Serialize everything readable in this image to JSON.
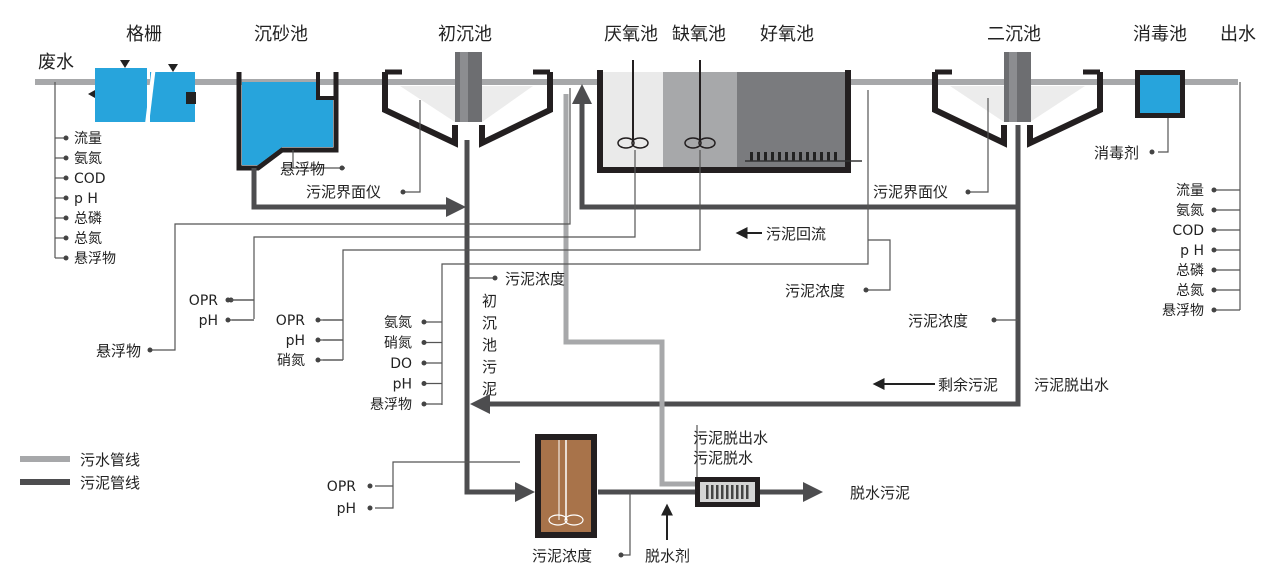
{
  "units": {
    "screen": "格栅",
    "grit": "沉砂池",
    "primary": "初沉池",
    "anaerobic": "厌氧池",
    "anoxic": "缺氧池",
    "aerobic": "好氧池",
    "secondary": "二沉池",
    "disinfect": "消毒池"
  },
  "io": {
    "influent": "废水",
    "effluent": "出水"
  },
  "influent_params": [
    "流量",
    "氨氮",
    "COD",
    "p H",
    "总磷",
    "总氮",
    "悬浮物"
  ],
  "effluent_params": [
    "流量",
    "氨氮",
    "COD",
    "p H",
    "总磷",
    "总氮",
    "悬浮物"
  ],
  "labels": {
    "ss_grit": "悬浮物",
    "interface_primary": "污泥界面仪",
    "interface_secondary": "污泥界面仪",
    "disinfectant": "消毒剂",
    "sludge_return": "污泥回流",
    "sludge_conc_primary": "污泥浓度",
    "sludge_conc_return": "污泥浓度",
    "sludge_conc_waste": "污泥浓度",
    "sludge_conc_thick": "污泥浓度",
    "waste_sludge": "剩余污泥",
    "dewatered_water": "污泥脱出水",
    "ss_left": "悬浮物",
    "primary_sludge_vertical": "初沉池污泥",
    "dewater_top1": "污泥脱出水",
    "dewater_top2": "污泥脱水",
    "dewatered_sludge": "脱水污泥",
    "dewater_agent": "脱水剂"
  },
  "anaerobic_params": [
    "OPR",
    "pH"
  ],
  "anoxic_params": [
    "OPR",
    "pH",
    "硝氮"
  ],
  "aerobic_params": [
    "氨氮",
    "硝氮",
    "DO",
    "pH",
    "悬浮物"
  ],
  "thickener_params": [
    "OPR",
    "pH"
  ],
  "legend": {
    "sewage": "污水管线",
    "sludge": "污泥管线"
  },
  "colors": {
    "sewage_line": "#a7a8aa",
    "sludge_line": "#4d4d4f",
    "water_blue": "#27a4dc",
    "tank_black": "#231f20",
    "thickener_brown": "#a8734a"
  }
}
